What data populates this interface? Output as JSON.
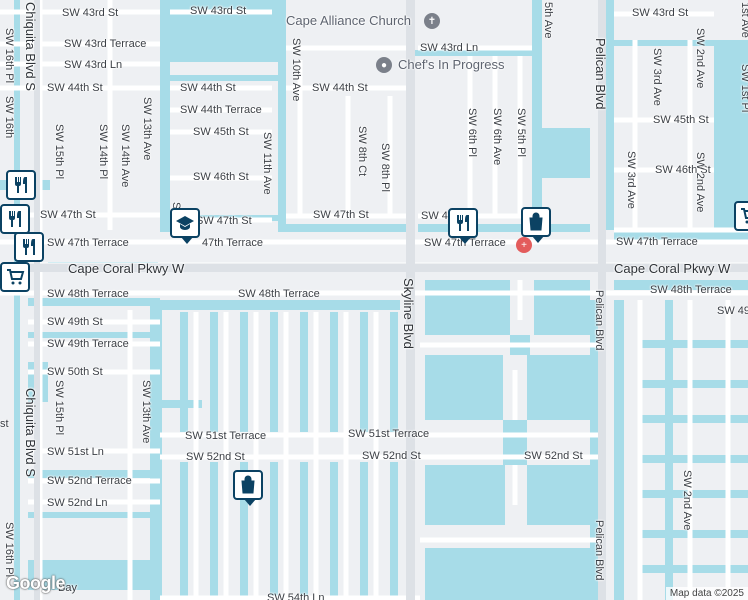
{
  "map": {
    "attribution": "Map data ©2025",
    "logo": "Google",
    "colors": {
      "land": "#eef0f3",
      "water": "#a7dce8",
      "road": "#ffffff",
      "arterial": "#dde1e6",
      "marker": "#0b4263",
      "poi_gray": "#7b808a"
    }
  },
  "arterials": {
    "cape_coral_pkwy_w": "Cape Coral Pkwy W",
    "skyline_blvd": "Skyline Blvd",
    "pelican_blvd": "Pelican Blvd",
    "chiquita_blvd_s": "Chiquita Blvd S"
  },
  "streets": {
    "sw_43rd_st": "SW 43rd St",
    "sw_43rd_terrace": "SW 43rd Terrace",
    "sw_43rd_ln": "SW 43rd Ln",
    "sw_44th_st": "SW 44th St",
    "sw_44th_terrace": "SW 44th Terrace",
    "sw_45th_st": "SW 45th St",
    "sw_46th_st": "SW 46th St",
    "sw_47th_st": "SW 47th St",
    "sw_47th_terrace": "SW 47th Terrace",
    "sw_47th_terrace_partial": "47th Terrace",
    "sw_47th_terrace_mid": "SW 47th Terrace",
    "sw_47th_st_partial": "SW 4",
    "sw_48th_terrace": "SW 48th Terrace",
    "sw_49th_st": "SW 49th St",
    "sw_49th_partial": "SW 49",
    "sw_49th_terrace": "SW 49th Terrace",
    "sw_50th_st": "SW 50th St",
    "sw_51st_terrace": "SW 51st Terrace",
    "sw_51st_ln": "SW 51st Ln",
    "sw_52nd_st": "SW 52nd St",
    "sw_52nd_terrace": "SW 52nd Terrace",
    "sw_52nd_ln": "SW 52nd Ln",
    "sw_54th_ln": "SW 54th Ln",
    "sw_43rd_ln_mid": "SW 43rd Ln",
    "sw_10th_ave": "SW 10th Ave",
    "sw_11th_ave": "SW 11th Ave",
    "sw_8th_ct": "SW 8th Ct",
    "sw_8th_pl": "SW 8th Pl",
    "sw_6th_pl": "SW 6th Pl",
    "sw_6th_ave": "SW 6th Ave",
    "sw_5th_pl": "SW 5th Pl",
    "sw_5th_ave": "5th Ave",
    "sw_3rd_ave": "SW 3rd Ave",
    "sw_2nd_ave": "SW 2nd Ave",
    "sw_1st_pl": "SW 1st Pl",
    "sw_1st_ave": "1st Ave",
    "sw_13th_ave": "SW 13th Ave",
    "sw_14th_ave": "SW 14th Ave",
    "sw_14th_pl": "SW 14th Pl",
    "sw_15th_pl": "SW 15th Pl",
    "sw_16th_pl": "SW 16th Pl",
    "sw_16th_partial": "SW 16th",
    "sw_partial_st": "st",
    "sw_partial_s": "S",
    "bay": "Bay"
  },
  "pois": {
    "church": "Cape Alliance Church",
    "restaurant": "Chef's In Progress"
  },
  "icons": [
    "restaurant-marker-icon",
    "shopping-bag-marker-icon",
    "school-marker-icon",
    "shopping-cart-marker-icon",
    "church-icon",
    "place-pin-icon",
    "hospital-icon"
  ]
}
